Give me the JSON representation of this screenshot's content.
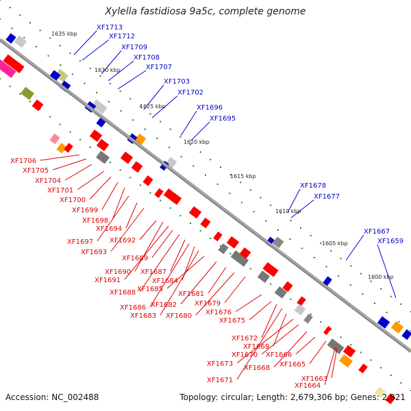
{
  "title": "Xylella fastidiosa 9a5c, complete genome",
  "footer": {
    "accession": "Accession: NC_002488",
    "info": "Topology: circular; Length: 2,679,306 bp; Genes: 2,821"
  },
  "colors": {
    "forward_label": "#0000cc",
    "reverse_label": "#dd0000",
    "backbone": "#777777",
    "tick": "#227722"
  },
  "ticks": [
    "1635 kbp",
    "1630 kbp",
    "1625 kbp",
    "1620 kbp",
    "1615 kbp",
    "1610 kbp",
    "1605 kbp",
    "1600 kbp"
  ],
  "labels_forward": [
    "XF1713",
    "XF1712",
    "XF1709",
    "XF1708",
    "XF1707",
    "XF1703",
    "XF1702",
    "XF1696",
    "XF1695",
    "XF1678",
    "XF1677",
    "XF1667",
    "XF1659"
  ],
  "labels_reverse": [
    "XF1706",
    "XF1705",
    "XF1704",
    "XF1701",
    "XF1700",
    "XF1699",
    "XF1698",
    "XF1697",
    "XF1694",
    "XF1693",
    "XF1692",
    "XF1690",
    "XF1691",
    "XF1689",
    "XF1688",
    "XF1687",
    "XF1686",
    "XF1684",
    "XF1683",
    "XF1685",
    "XF1682",
    "XF1681",
    "XF1680",
    "XF1679",
    "XF1676",
    "XF1675",
    "XF1672",
    "XF1671",
    "XF1669",
    "XF1673",
    "XF1670",
    "XF1668",
    "XF1666",
    "XF1665",
    "XF1664",
    "XF1663"
  ]
}
